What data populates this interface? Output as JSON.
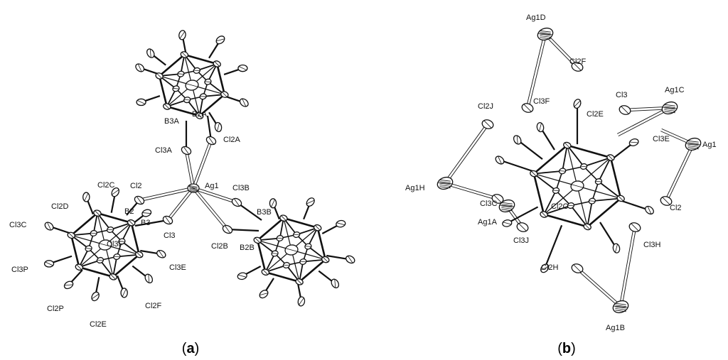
{
  "panels": [
    {
      "id": "a",
      "caption_open": "(",
      "caption_letter": "a",
      "caption_close": ")",
      "labels": [
        "Ag1",
        "B2A",
        "B3A",
        "Cl3A",
        "Cl2A",
        "Cl2",
        "Cl3",
        "Cl3B",
        "Cl2B",
        "B3B",
        "B2B",
        "B2",
        "B3",
        "Cl2C",
        "Cl2D",
        "Cl3C",
        "Cl3F",
        "Cl3P",
        "Cl3E",
        "Cl2P",
        "Cl2E",
        "Cl2F"
      ]
    },
    {
      "id": "b",
      "caption_open": "(",
      "caption_letter": "b",
      "caption_close": ")",
      "labels": [
        "Ag1D",
        "Cl2F",
        "Cl3F",
        "Cl2J",
        "Cl3",
        "Ag1C",
        "Cl2E",
        "Cl3E",
        "Ag1",
        "Ag1H",
        "Cl3C",
        "Cl2C",
        "Ag1A",
        "Cl3J",
        "Cl2",
        "Cl3H",
        "Cl2H",
        "Ag1B"
      ]
    }
  ],
  "colors": {
    "bond": "#111111",
    "atom_fill": "#ffffff",
    "background": "#ffffff"
  }
}
